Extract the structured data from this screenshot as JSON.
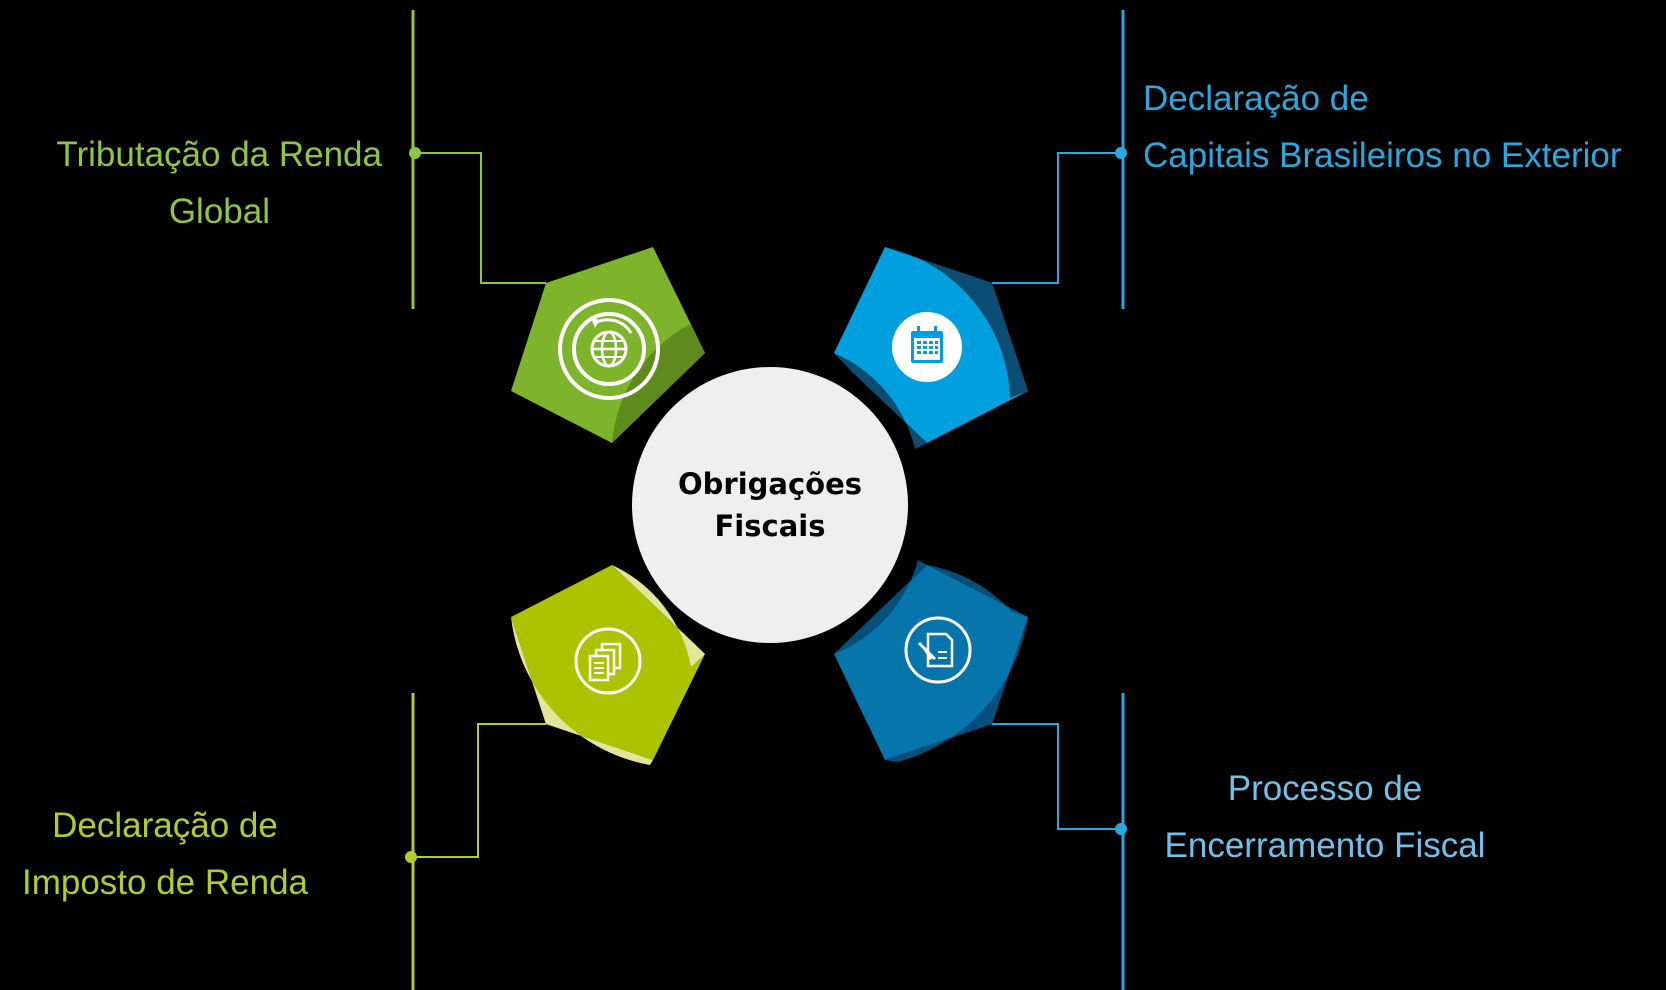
{
  "center": {
    "line1": "Obrigações",
    "line2": "Fiscais"
  },
  "topics": {
    "top_left": {
      "line1": "Tributação da Renda",
      "line2": "Global",
      "color": "#8DC63F",
      "fill": "#7DB42C",
      "shade": "#5E8A1E",
      "icon": "globe-refresh-icon"
    },
    "top_right": {
      "line1": "Declaração de",
      "line2": "Capitais Brasileiros no Exterior",
      "color": "#29A8E0",
      "fill": "#00A0DF",
      "shade": "#0B4C73",
      "icon": "calendar-icon"
    },
    "bottom_left": {
      "line1": "Declaração de",
      "line2": "Imposto de Renda",
      "color": "#B5CC28",
      "fill": "#AEC300",
      "shade": "#E3E59A",
      "icon": "documents-icon"
    },
    "bottom_right": {
      "line1": "Processo de",
      "line2": "Encerramento Fiscal",
      "color": "#6EC1EA",
      "fill": "#0675AB",
      "shade": "#044E7A",
      "icon": "document-edit-icon"
    }
  }
}
